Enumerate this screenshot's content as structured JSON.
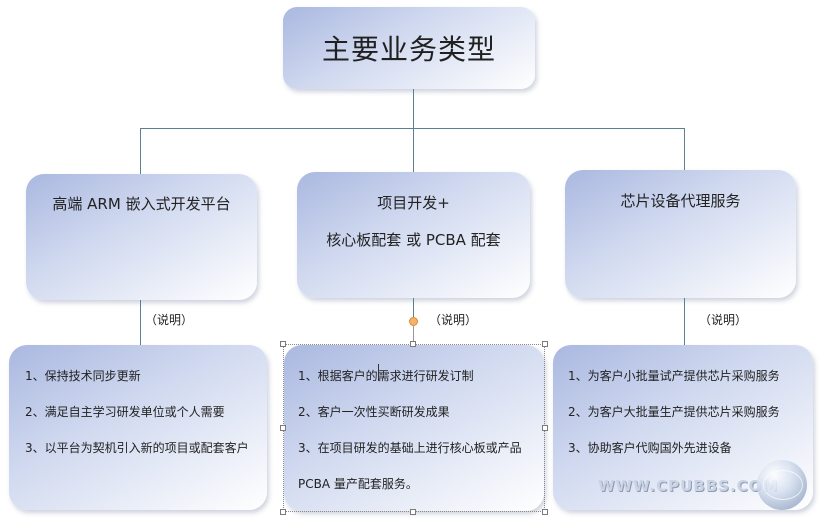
{
  "root": {
    "title": "主要业务类型"
  },
  "branches": [
    {
      "title_lines": [
        "高端 ARM 嵌入式开发平台"
      ],
      "note": "（说明）",
      "details": [
        "1、保持技术同步更新",
        "2、满足自主学习研发单位或个人需要",
        "3、以平台为契机引入新的项目或配套客户"
      ]
    },
    {
      "title_lines": [
        "项目开发+",
        "核心板配套  或  PCBA 配套"
      ],
      "note": "（说明）",
      "details": [
        "1、根据客户的需求进行研发订制",
        "2、客户一次性买断研发成果",
        "3、在项目研发的基础上进行核心板或产品",
        "PCBA 量产配套服务。"
      ]
    },
    {
      "title_lines": [
        "芯片设备代理服务"
      ],
      "note": "（说明）",
      "details": [
        "1、为客户小批量试产提供芯片采购服务",
        "2、为客户大批量生产提供芯片采购服务",
        "3、协助客户代购国外先进设备"
      ]
    }
  ],
  "watermark": "WWW.CPUBBS.COM"
}
